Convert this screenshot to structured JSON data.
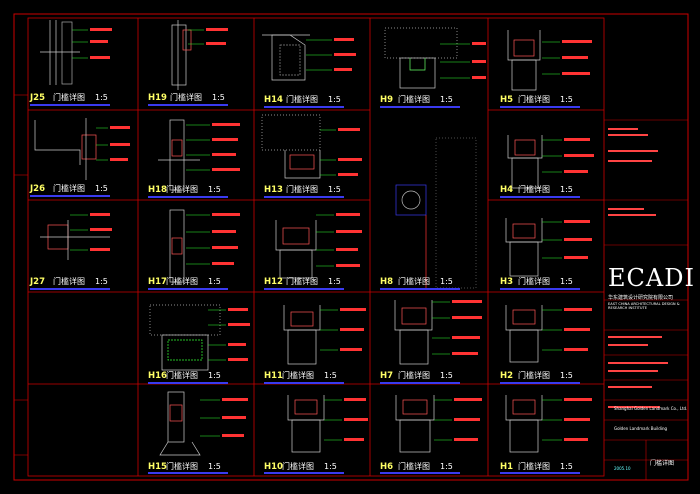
{
  "details": [
    {
      "code": "J25",
      "title": "门槛详图",
      "scale": "1:5"
    },
    {
      "code": "H19",
      "title": "门槛详图",
      "scale": "1:5"
    },
    {
      "code": "H14",
      "title": "门槛详图",
      "scale": "1:5"
    },
    {
      "code": "H9",
      "title": "门槛详图",
      "scale": "1:5"
    },
    {
      "code": "H5",
      "title": "门槛详图",
      "scale": "1:5"
    },
    {
      "code": "J26",
      "title": "门槛详图",
      "scale": "1:5"
    },
    {
      "code": "H18",
      "title": "门槛详图",
      "scale": "1:5"
    },
    {
      "code": "H13",
      "title": "门槛详图",
      "scale": "1:5"
    },
    {
      "code": "H4",
      "title": "门槛详图",
      "scale": "1:5"
    },
    {
      "code": "J27",
      "title": "门槛详图",
      "scale": "1:5"
    },
    {
      "code": "H17",
      "title": "门槛详图",
      "scale": "1:5"
    },
    {
      "code": "H12",
      "title": "门槛详图",
      "scale": "1:5"
    },
    {
      "code": "H8",
      "title": "门槛详图",
      "scale": "1:5"
    },
    {
      "code": "H3",
      "title": "门槛详图",
      "scale": "1:5"
    },
    {
      "code": "H16",
      "title": "门槛详图",
      "scale": "1:5"
    },
    {
      "code": "H11",
      "title": "门槛详图",
      "scale": "1:5"
    },
    {
      "code": "H7",
      "title": "门槛详图",
      "scale": "1:5"
    },
    {
      "code": "H2",
      "title": "门槛详图",
      "scale": "1:5"
    },
    {
      "code": "H15",
      "title": "门槛详图",
      "scale": "1:5"
    },
    {
      "code": "H10",
      "title": "门槛详图",
      "scale": "1:5"
    },
    {
      "code": "H6",
      "title": "门槛详图",
      "scale": "1:5"
    },
    {
      "code": "H1",
      "title": "门槛详图",
      "scale": "1:5"
    }
  ],
  "title_block": {
    "brand": "ECADI",
    "company_cn": "华东建筑设计研究院有限公司",
    "company_en": "EAST CHINA ARCHITECTURAL DESIGN & RESEARCH INSTITUTE",
    "sheet_name": "门槛详图",
    "client": "Shanghai Golden Landmark Co., Ltd.",
    "project": "Golden Landmark Building",
    "date": "2005.10"
  },
  "colors": {
    "background": "#000000",
    "frame": "#cc0000",
    "code_text": "#ffff66",
    "title_text": "#ffffff",
    "underline": "#3a3af0",
    "annotation": "#ff3333",
    "leader": "#33ff33",
    "detail_lines": "#cccccc"
  }
}
